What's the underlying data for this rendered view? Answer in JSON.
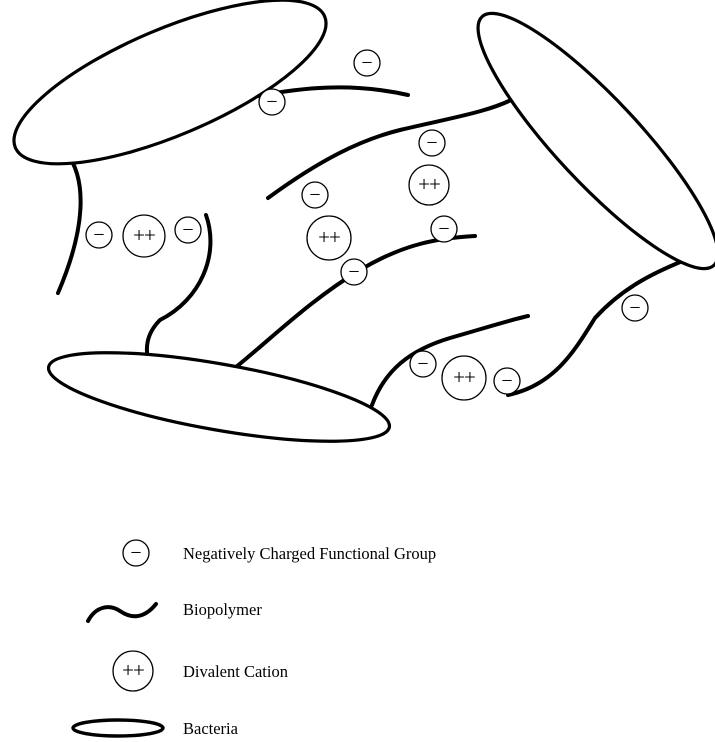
{
  "symbols": {
    "negative": "−",
    "divalent": "++"
  },
  "legend": {
    "negative_label": "Negatively Charged Functional Group",
    "biopolymer_label": "Biopolymer",
    "divalent_label": "Divalent Cation",
    "bacteria_label": "Bacteria"
  },
  "colors": {
    "stroke": "#000000",
    "background": "#ffffff"
  }
}
